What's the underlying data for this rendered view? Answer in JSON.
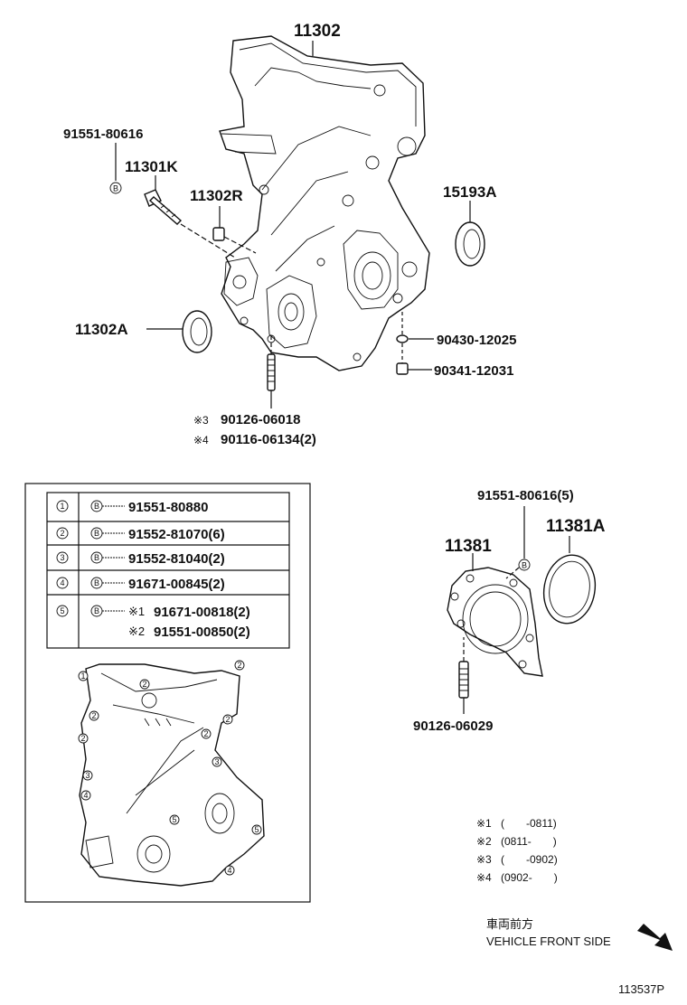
{
  "callouts": {
    "p11302": "11302",
    "p91551_80616": "91551-80616",
    "p11301K": "11301K",
    "p11302R": "11302R",
    "p15193A": "15193A",
    "p11302A": "11302A",
    "p90430": "90430-12025",
    "p90341": "90341-12031",
    "p90126_06018": "90126-06018",
    "p90116": "90116-06134(2)",
    "p90126_06018_mark": "※3",
    "p90116_mark": "※4",
    "p91551_80616_5": "91551-80616(5)",
    "p11381A": "11381A",
    "p11381": "11381",
    "p90126_06029": "90126-06029",
    "b_glyph": "B"
  },
  "bolt_table": {
    "rows": [
      {
        "num": "1",
        "parts": [
          "91551-80880"
        ],
        "marks": [
          ""
        ]
      },
      {
        "num": "2",
        "parts": [
          "91552-81070(6)"
        ],
        "marks": [
          ""
        ]
      },
      {
        "num": "3",
        "parts": [
          "91552-81040(2)"
        ],
        "marks": [
          ""
        ]
      },
      {
        "num": "4",
        "parts": [
          "91671-00845(2)"
        ],
        "marks": [
          ""
        ]
      },
      {
        "num": "5",
        "parts": [
          "91671-00818(2)",
          "91551-00850(2)"
        ],
        "marks": [
          "※1",
          "※2"
        ]
      }
    ]
  },
  "notes": [
    {
      "mark": "※1",
      "text": "(　　-0811)"
    },
    {
      "mark": "※2",
      "text": "(0811-　　)"
    },
    {
      "mark": "※3",
      "text": "(　　-0902)"
    },
    {
      "mark": "※4",
      "text": "(0902-　　)"
    }
  ],
  "direction": {
    "jp": "車両前方",
    "en": "VEHICLE FRONT SIDE"
  },
  "figure_id": "113537P"
}
